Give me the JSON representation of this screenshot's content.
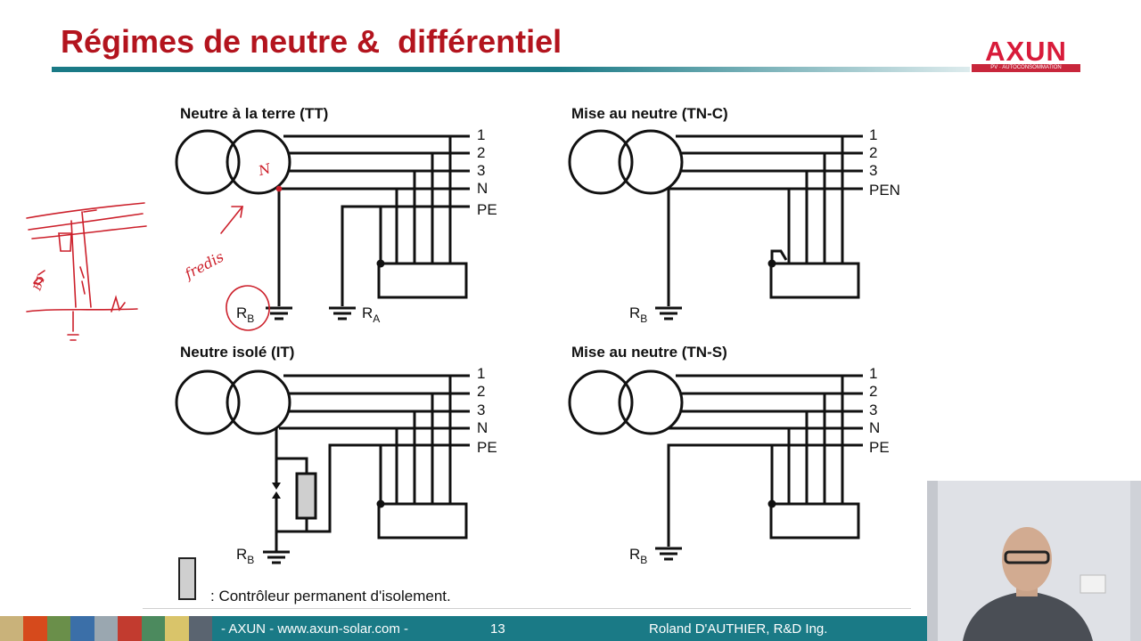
{
  "slide": {
    "title": "Régimes de neutre &  différentiel",
    "logo_text": "AXUN",
    "logo_tagline": "PV · AUTOCONSOMMATION"
  },
  "panels": {
    "tt": {
      "title": "Neutre à la terre (TT)",
      "labels": [
        "1",
        "2",
        "3",
        "N",
        "PE"
      ],
      "rb": "R",
      "rb_sub": "B",
      "ra": "R",
      "ra_sub": "A"
    },
    "tnc": {
      "title": "Mise au neutre (TN-C)",
      "labels": [
        "1",
        "2",
        "3",
        "PEN"
      ],
      "rb": "R",
      "rb_sub": "B"
    },
    "it": {
      "title": "Neutre isolé (IT)",
      "labels": [
        "1",
        "2",
        "3",
        "N",
        "PE"
      ],
      "rb": "R",
      "rb_sub": "B"
    },
    "tns": {
      "title": "Mise au neutre (TN-S)",
      "labels": [
        "1",
        "2",
        "3",
        "N",
        "PE"
      ],
      "rb": "R",
      "rb_sub": "B"
    }
  },
  "annotations": {
    "n_mark": "N",
    "word": "fredis",
    "bt": "BT"
  },
  "legend": {
    "text": ": Contrôleur permanent d'isolement."
  },
  "footer": {
    "left": "- AXUN - www.axun-solar.com -",
    "page": "13",
    "author": "Roland D'AUTHIER, R&D Ing."
  },
  "colors": {
    "title": "#b3141e",
    "accent": "#1a7a86",
    "logo": "#d81b3a",
    "ink": "#cc1f2a"
  }
}
